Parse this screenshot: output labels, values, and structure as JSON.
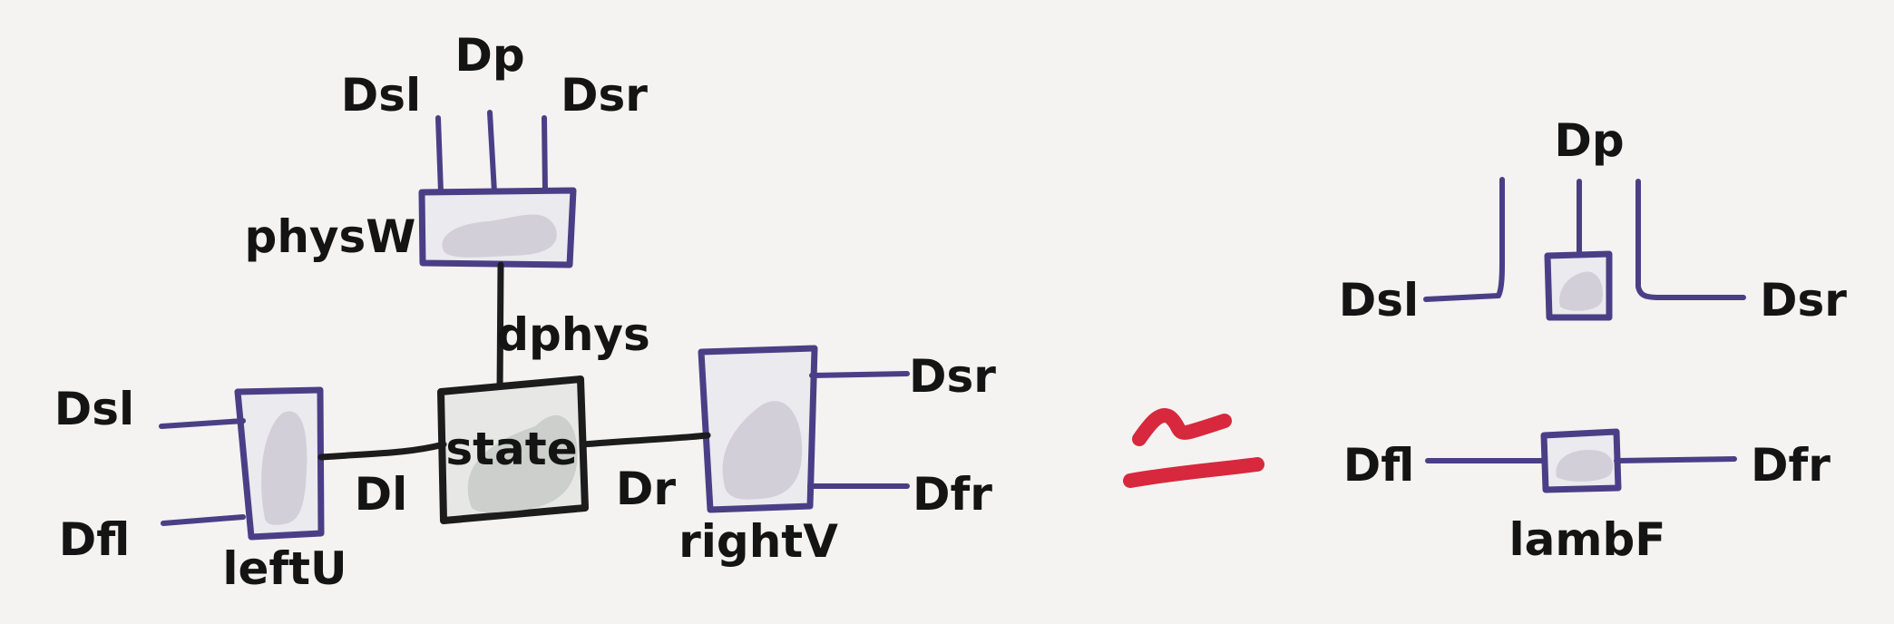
{
  "left_diagram": {
    "physW": {
      "name": "physW",
      "ports_top": [
        "Dsl",
        "Dp",
        "Dsr"
      ]
    },
    "state": {
      "name": "state"
    },
    "leftU": {
      "name": "leftU",
      "ports_left": [
        "Dsl",
        "Dfl"
      ]
    },
    "rightV": {
      "name": "rightV",
      "ports_right": [
        "Dsr",
        "Dfr"
      ]
    },
    "wires": {
      "dphys": "dphys",
      "Dl": "Dl",
      "Dr": "Dr"
    }
  },
  "relation_symbol": "≃",
  "right_diagram": {
    "top": {
      "Dp": "Dp",
      "Dsl": "Dsl",
      "Dsr": "Dsr"
    },
    "bottom": {
      "name": "lambF",
      "Dfl": "Dfl",
      "Dfr": "Dfr"
    }
  },
  "colors": {
    "blue_stroke": "#4a3f86",
    "black_stroke": "#1c1c1c",
    "relation_red": "#d7283e",
    "background": "#f4f3f1"
  }
}
